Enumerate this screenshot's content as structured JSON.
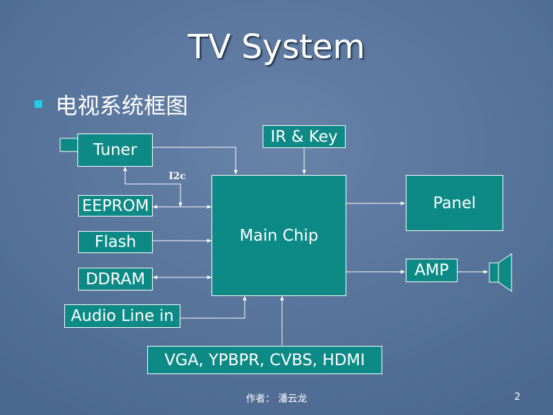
{
  "slide": {
    "title": "TV System",
    "bullet": "电视系统框图",
    "footer_author": "作者： 潘云龙",
    "page_number": "2"
  },
  "diagram": {
    "blocks": {
      "tuner": "Tuner",
      "ir_key": "IR & Key",
      "eeprom": "EEPROM",
      "flash": "Flash",
      "ddram": "DDRAM",
      "audio_line_in": "Audio Line in",
      "main_chip": "Main Chip",
      "panel": "Panel",
      "amp": "AMP",
      "video_inputs": "VGA, YPBPR, CVBS, HDMI"
    },
    "bus_label": "I2c",
    "icons": [
      "speaker-icon",
      "antenna-connector-icon"
    ]
  },
  "colors": {
    "background": "#55739a",
    "block_fill": "#0e8a86",
    "bullet": "#1fd0e8",
    "text": "#ffffff"
  }
}
